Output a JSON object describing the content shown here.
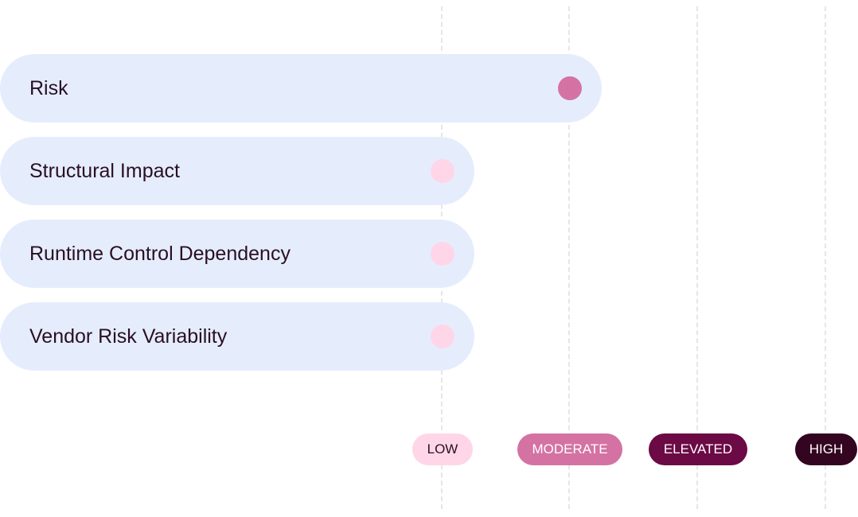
{
  "chart_data": {
    "type": "bar",
    "orientation": "horizontal",
    "categories": [
      "Risk",
      "Structural Impact",
      "Runtime Control Dependency",
      "Vendor Risk Variability"
    ],
    "levels": [
      "LOW",
      "MODERATE",
      "ELEVATED",
      "HIGH"
    ],
    "values": [
      "MODERATE",
      "LOW",
      "LOW",
      "LOW"
    ],
    "value_index": [
      1,
      0,
      0,
      0
    ],
    "grid": true
  },
  "colors": {
    "bar": "#e5edfd",
    "text": "#2a0f24",
    "levels": {
      "LOW": {
        "fill": "#ffd6e8",
        "text": "#2a0f24"
      },
      "MODERATE": {
        "fill": "#d472a3",
        "text": "#ffffff"
      },
      "ELEVATED": {
        "fill": "#6b0a45",
        "text": "#ffffff"
      },
      "HIGH": {
        "fill": "#330521",
        "text": "#ffffff"
      }
    }
  }
}
